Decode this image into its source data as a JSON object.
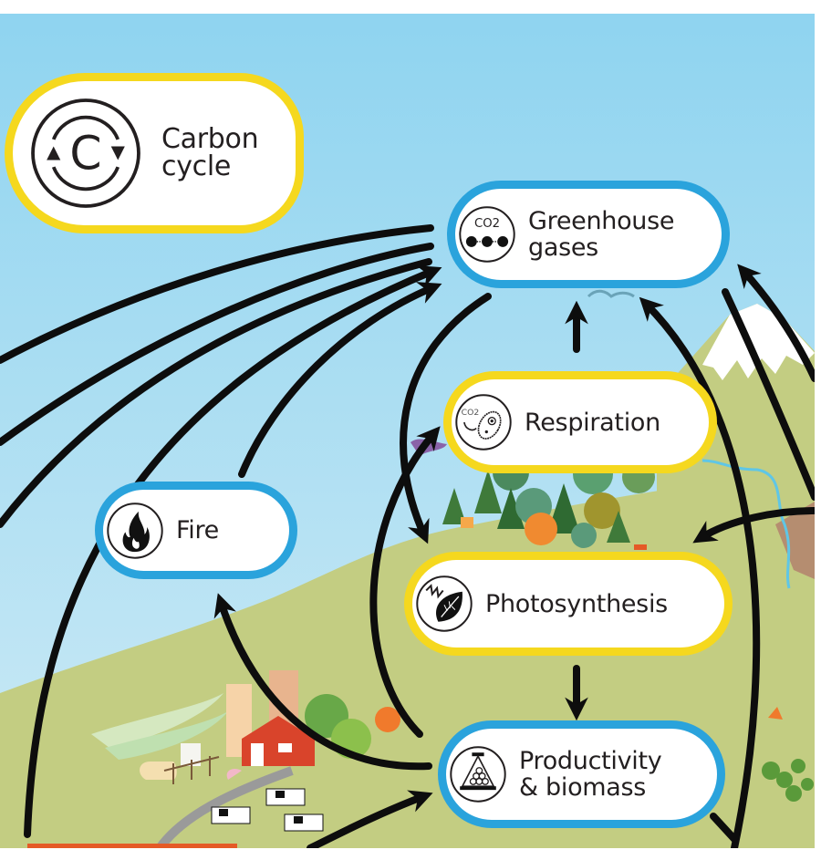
{
  "diagram": {
    "title": "Carbon cycle",
    "colors": {
      "sky_top": "#8fd4f0",
      "sky_bottom": "#c6e9f5",
      "hill": "#c3cd82",
      "hill_dark": "#b5c070",
      "process_border": "#f5d81e",
      "pool_border": "#2aa3dc",
      "arrow": "#0d0d0d",
      "barn": "#d9442b",
      "road": "#9a9a9a"
    },
    "legend_node": {
      "icon": "carbon-cycle-icon",
      "label_line1": "Carbon",
      "label_line2": "cycle",
      "icon_letter": "C"
    },
    "nodes": [
      {
        "id": "greenhouse-gases",
        "type": "pool",
        "icon": "co2-molecule-icon",
        "icon_text": "CO2",
        "label_line1": "Greenhouse",
        "label_line2": "gases"
      },
      {
        "id": "respiration",
        "type": "process",
        "icon": "microbe-co2-icon",
        "icon_text": "CO2",
        "label_line1": "Respiration",
        "label_line2": ""
      },
      {
        "id": "photosynthesis",
        "type": "process",
        "icon": "leaf-sunlight-icon",
        "label_line1": "Photosynthesis",
        "label_line2": ""
      },
      {
        "id": "fire",
        "type": "pool",
        "icon": "flame-icon",
        "label_line1": "Fire",
        "label_line2": ""
      },
      {
        "id": "productivity-biomass",
        "type": "pool",
        "icon": "biomass-scale-icon",
        "label_line1": "Productivity",
        "label_line2": "& biomass"
      }
    ],
    "edges": [
      {
        "from": "off-left-1",
        "to": "greenhouse-gases"
      },
      {
        "from": "off-left-2",
        "to": "greenhouse-gases"
      },
      {
        "from": "off-left-3",
        "to": "greenhouse-gases"
      },
      {
        "from": "fire",
        "to": "greenhouse-gases"
      },
      {
        "from": "respiration",
        "to": "greenhouse-gases"
      },
      {
        "from": "greenhouse-gases",
        "to": "photosynthesis"
      },
      {
        "from": "productivity-biomass",
        "to": "respiration"
      },
      {
        "from": "photosynthesis",
        "to": "productivity-biomass"
      },
      {
        "from": "productivity-biomass",
        "to": "fire"
      },
      {
        "from": "off-bottom",
        "to": "productivity-biomass"
      },
      {
        "from": "off-bottom-right",
        "to": "greenhouse-gases"
      },
      {
        "from": "off-right",
        "to": "photosynthesis"
      },
      {
        "from": "off-right-top",
        "to": "greenhouse-gases"
      }
    ]
  }
}
